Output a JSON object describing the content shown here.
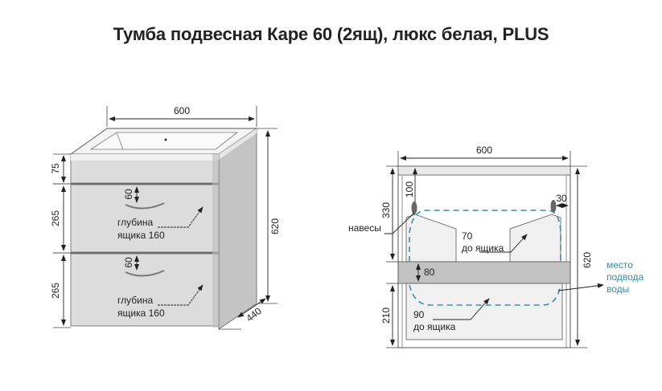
{
  "title": "Тумба подвесная Каре 60 (2ящ), люкс белая, PLUS",
  "colors": {
    "front": "#dcdcdc",
    "side": "#c4c4c4",
    "top": "#f4f4f4",
    "shelf": "#c2c2c2",
    "dashed_outline": "#3a8ea6",
    "water_label": "#2f8fa6",
    "line": "#333333"
  },
  "front_view": {
    "width_label": "600",
    "height_label": "620",
    "depth_label": "440",
    "top_panel_label": "75",
    "drawer1_height_label": "265",
    "drawer2_height_label": "265",
    "handle1_label": "60",
    "handle2_label": "60",
    "drawer1_depth_line1": "глубина",
    "drawer1_depth_line2": "ящика 160",
    "drawer2_depth_line1": "глубина",
    "drawer2_depth_line2": "ящика 160"
  },
  "section_view": {
    "width_label": "600",
    "height_label": "620",
    "upper_height_label": "330",
    "hinge_offset_label": "100",
    "hinge_side_label": "30",
    "hinges_label": "навесы",
    "shelf_label": "80",
    "lower_height_label": "210",
    "upper_clear_line1": "70",
    "upper_clear_line2": "до ящика",
    "lower_clear_line1": "90",
    "lower_clear_line2": "до ящика",
    "water_line1": "место",
    "water_line2": "подвода",
    "water_line3": "воды"
  }
}
